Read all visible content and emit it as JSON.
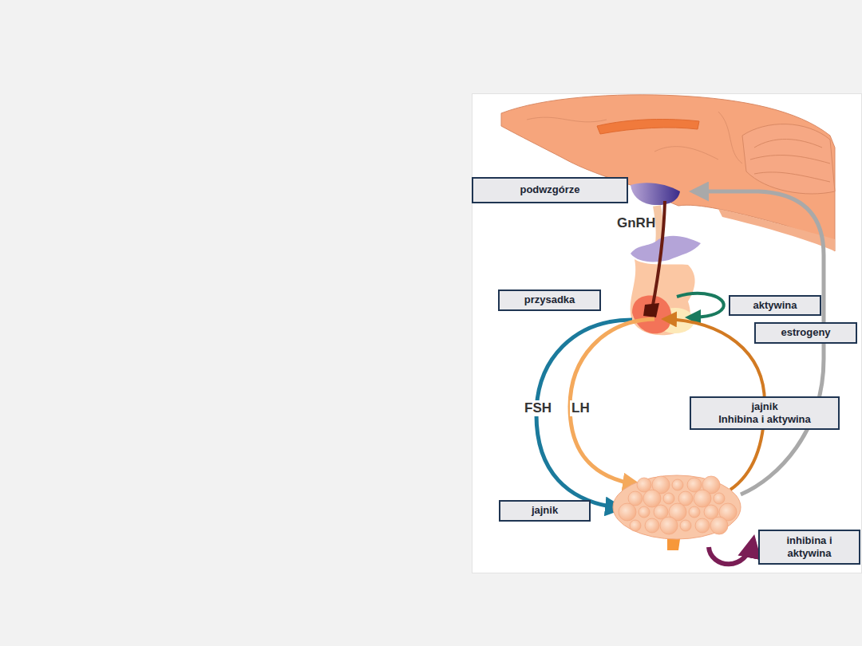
{
  "diagram": {
    "nodes": [
      {
        "text": [
          "podwzgórze"
        ]
      },
      {
        "text": [
          "przysadka"
        ]
      },
      {
        "text": [
          "aktywina"
        ]
      },
      {
        "text": [
          "estrogeny"
        ]
      },
      {
        "text": [
          "jajnik",
          "Inhibina i aktywina"
        ]
      },
      {
        "text": [
          "jajnik"
        ]
      },
      {
        "text": [
          "inhibina i aktywina"
        ]
      }
    ],
    "labels": [
      "GnRH",
      "FSH",
      "LH"
    ]
  }
}
